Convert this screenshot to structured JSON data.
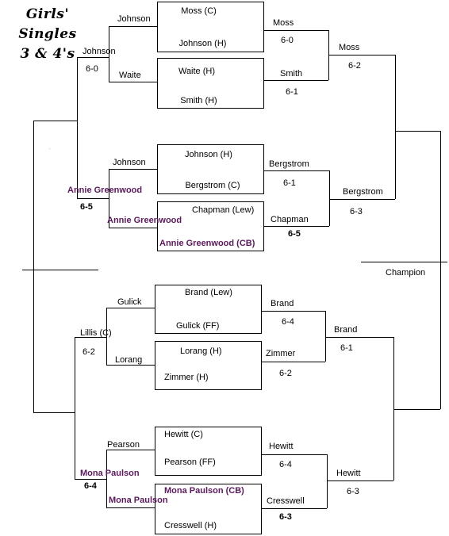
{
  "title": [
    "Girls'",
    "Singles",
    "3 & 4's"
  ],
  "colors": {
    "highlight": "#5a1a5c",
    "line": "#000000"
  },
  "box1": {
    "top": "Moss (C)",
    "bottom": "Johnson (H)"
  },
  "box2": {
    "top": "Waite (H)",
    "bottom": "Smith (H)"
  },
  "box3": {
    "top": "Johnson (H)",
    "bottom": "Bergstrom (C)"
  },
  "box4": {
    "top": "Chapman (Lew)",
    "bottom": "Annie Greenwood (CB)"
  },
  "box5": {
    "top": "Brand (Lew)",
    "bottom": "Gulick (FF)"
  },
  "box6": {
    "top": "Lorang (H)",
    "bottom": "Zimmer (H)"
  },
  "box7": {
    "top": "Hewitt (C)",
    "bottom": "Pearson (FF)"
  },
  "box8": {
    "top": "Mona Paulson (CB)",
    "bottom": "Cresswell (H)"
  },
  "r1": {
    "johnson_a": "Johnson",
    "waite": "Waite",
    "johnson_b": "Johnson",
    "greenwood": "Annie Greenwood",
    "gulick": "Gulick",
    "lorang": "Lorang",
    "pearson": "Pearson",
    "paulson": "Mona Paulson"
  },
  "r2": {
    "moss": "Moss",
    "moss_score": "6-0",
    "smith": "Smith",
    "smith_score": "6-1",
    "bergstrom": "Bergstrom",
    "bergstrom_score": "6-1",
    "chapman": "Chapman",
    "chapman_score": "6-5",
    "brand": "Brand",
    "brand_score": "6-4",
    "zimmer": "Zimmer",
    "zimmer_score": "6-2",
    "hewitt": "Hewitt",
    "hewitt_score": "6-4",
    "cresswell": "Cresswell",
    "cresswell_score": "6-3"
  },
  "left": {
    "johnson": "Johnson",
    "johnson_score": "6-0",
    "greenwood": "Annie Greenwood",
    "greenwood_score": "6-5",
    "lillis": "Lillis (C)",
    "lillis_score": "6-2",
    "paulson": "Mona Paulson",
    "paulson_score": "6-4"
  },
  "r3": {
    "moss": "Moss",
    "moss_score": "6-2",
    "bergstrom": "Bergstrom",
    "bergstrom_score": "6-3",
    "brand": "Brand",
    "brand_score": "6-1",
    "hewitt": "Hewitt",
    "hewitt_score": "6-3"
  },
  "champion": "Champion"
}
